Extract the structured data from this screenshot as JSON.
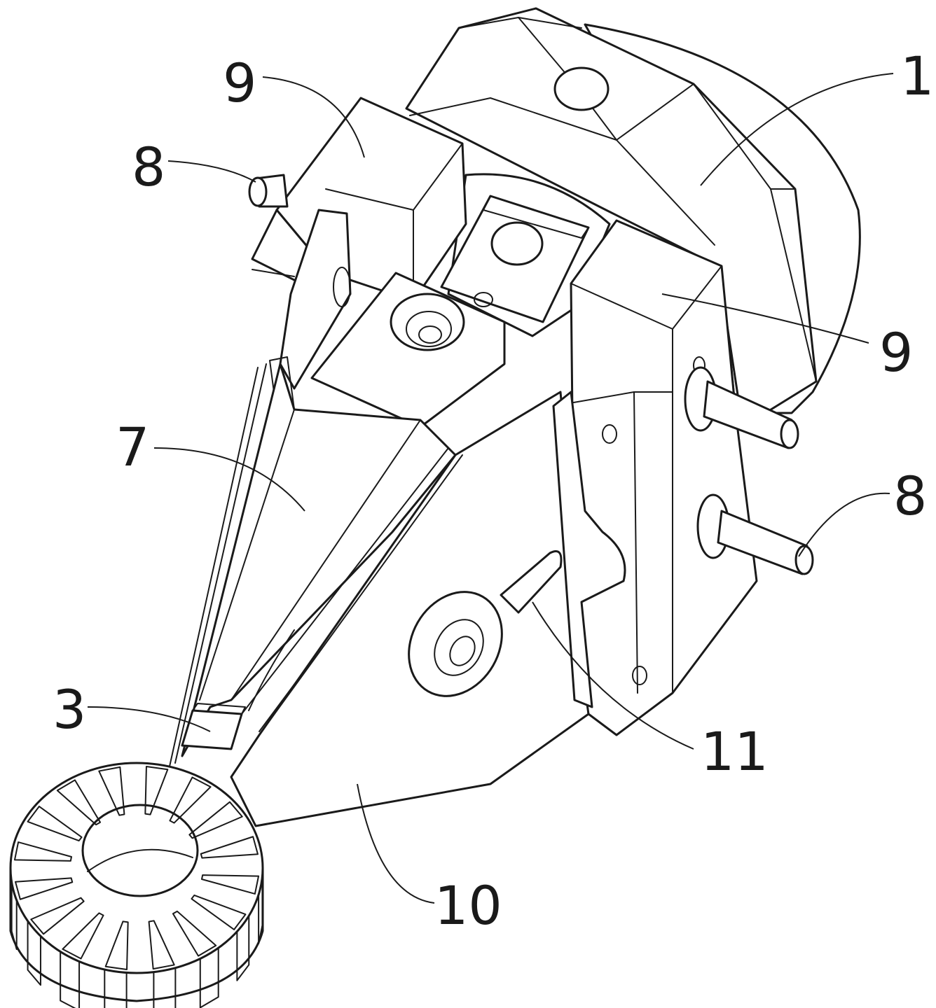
{
  "figure": {
    "labels": [
      {
        "id": "label-1",
        "text": "1"
      },
      {
        "id": "label-9-top",
        "text": "9"
      },
      {
        "id": "label-9-right",
        "text": "9"
      },
      {
        "id": "label-8-left",
        "text": "8"
      },
      {
        "id": "label-8-right",
        "text": "8"
      },
      {
        "id": "label-7",
        "text": "7"
      },
      {
        "id": "label-3",
        "text": "3"
      },
      {
        "id": "label-10",
        "text": "10"
      },
      {
        "id": "label-11",
        "text": "11"
      }
    ],
    "colors": {
      "line": "#1a1a1a",
      "background": "#ffffff"
    }
  }
}
